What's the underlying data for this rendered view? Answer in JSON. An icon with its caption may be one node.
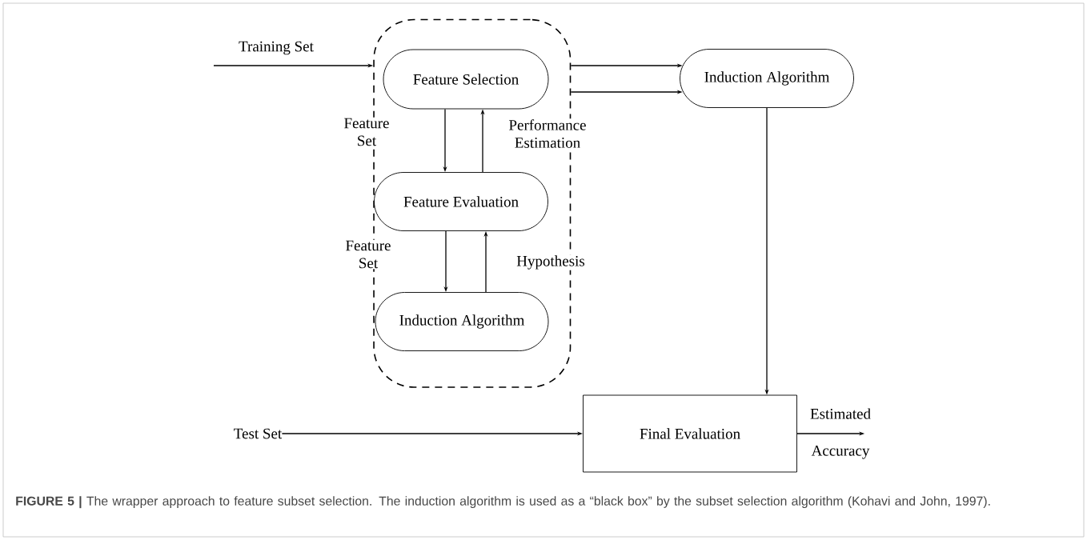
{
  "diagram": {
    "caption": "**FIGURE 5 |** The wrapper approach to feature subset selection. The induction algorithm is used as a “black box” by the subset selection algorithm (Kohavi and John, 1997).",
    "nodes": [
      {
        "text": [],
        "shape": "box"
      },
      {
        "text": [
          "Feature Selection"
        ],
        "in": 0
      },
      {
        "text": [
          "Feature Evaluation"
        ],
        "in": 0
      },
      {
        "text": [
          "Induction Algorithm"
        ],
        "in": 0
      },
      {
        "text": [
          "Induction Algorithm"
        ]
      },
      {
        "text": [
          "Test Set"
        ]
      },
      {
        "text": [
          "Final Evaluation"
        ]
      },
      {
        "text": [
          "Estimated",
          "Accuracy"
        ]
      }
    ],
    "edges": [
      {
        "from": null,
        "to": 0,
        "arrow": "to",
        "label": "Training Set"
      },
      {
        "from": 1,
        "to": 2,
        "arrow": "to",
        "label": "Feature Set"
      },
      {
        "from": 2,
        "to": 1,
        "arrow": "to",
        "label": "Performance Estimation"
      },
      {
        "from": 2,
        "to": 3,
        "arrow": "to",
        "label": "Feature Set"
      },
      {
        "from": 3,
        "to": 2,
        "arrow": "to",
        "label": "Hypothesis"
      },
      {
        "from": 0,
        "to": 4,
        "arrow": "to"
      },
      {
        "from": 0,
        "to": 4,
        "arrow": "to"
      },
      {
        "from": 4,
        "to": 6,
        "arrow": "to"
      },
      {
        "from": 5,
        "to": 6,
        "arrow": "to"
      },
      {
        "from": 6,
        "to": 7,
        "arrow": "to"
      }
    ]
  }
}
